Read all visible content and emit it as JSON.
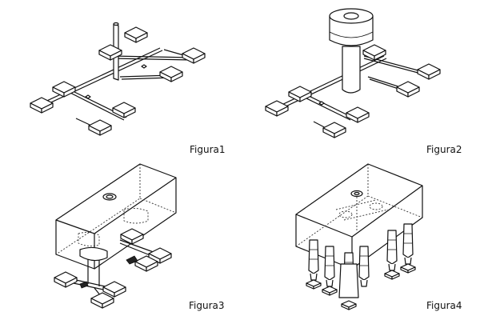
{
  "figures": [
    {
      "caption": "Figura1",
      "icon": "wax-pattern-tree-icon"
    },
    {
      "caption": "Figura2",
      "icon": "sprue-tree-with-cup-icon"
    },
    {
      "caption": "Figura3",
      "icon": "investment-mold-icon"
    },
    {
      "caption": "Figura4",
      "icon": "cast-tree-in-mold-icon"
    }
  ]
}
